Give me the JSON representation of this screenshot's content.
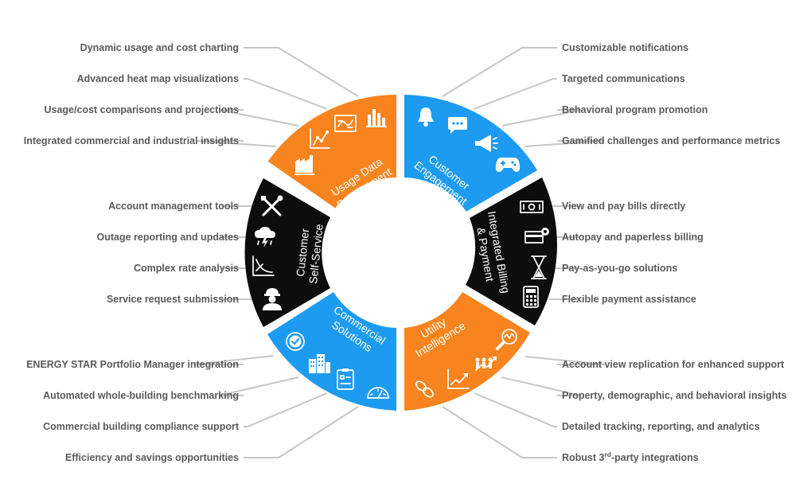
{
  "colors": {
    "orange": "#f7841e",
    "blue": "#1d9bf0",
    "black": "#0d0d0d",
    "label": "#5a5a5a",
    "leader": "#c6c6c6"
  },
  "segments": {
    "usage_data": {
      "line1": "Usage Data",
      "line2": "Presentment"
    },
    "customer_engagement": {
      "line1": "Customer",
      "line2": "Engagement"
    },
    "integrated_billing": {
      "line1": "Integrated Billing",
      "line2": "& Payment"
    },
    "utility_intelligence": {
      "line1": "Utility",
      "line2": "Intelligence"
    },
    "commercial_solutions": {
      "line1": "Commercial",
      "line2": "Solutions"
    },
    "customer_self_service": {
      "line1": "Customer",
      "line2": "Self-Service"
    }
  },
  "labels": {
    "left": [
      "Dynamic usage and cost charting",
      "Advanced heat map visualizations",
      "Usage/cost comparisons and projections",
      "Integrated commercial and industrial insights",
      "Account management tools",
      "Outage reporting and updates",
      "Complex rate analysis",
      "Service request submission",
      "ENERGY STAR Portfolio Manager integration",
      "Automated whole-building benchmarking",
      "Commercial building compliance support",
      "Efficiency and savings opportunities"
    ],
    "right": [
      "Customizable notifications",
      "Targeted communications",
      "Behavioral program promotion",
      "Gamified challenges and performance metrics",
      "View and pay bills directly",
      "Autopay and paperless billing",
      "Pay-as-you-go solutions",
      "Flexible payment assistance",
      "Account view replication for enhanced support",
      "Property, demographic, and behavioral insights",
      "Detailed tracking, reporting, and analytics"
    ],
    "robust": {
      "pre": "Robust 3",
      "sup": "rd",
      "post": "-party integrations"
    }
  },
  "icons": {
    "usage_data": [
      "factory-icon",
      "line-chart-icon",
      "heat-map-icon",
      "bar-chart-icon"
    ],
    "customer_engagement": [
      "bell-icon",
      "chat-icon",
      "megaphone-icon",
      "gamepad-icon"
    ],
    "integrated_billing": [
      "bill-icon",
      "card-gear-icon",
      "hourglass-icon",
      "calculator-icon"
    ],
    "utility_intelligence": [
      "link-icon",
      "trend-chart-icon",
      "people-growth-icon",
      "magnifier-icon"
    ],
    "commercial_solutions": [
      "checkmark-badge-icon",
      "buildings-icon",
      "clipboard-icon",
      "gauge-icon"
    ],
    "customer_self_service": [
      "tools-icon",
      "storm-cloud-icon",
      "rate-chart-icon",
      "worker-icon"
    ]
  }
}
